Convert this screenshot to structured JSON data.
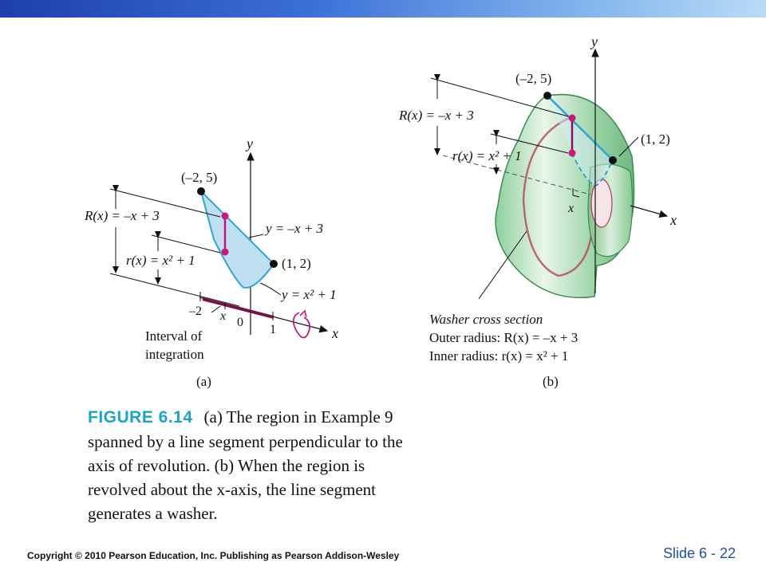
{
  "footer": {
    "copyright": "Copyright © 2010 Pearson Education, Inc.  Publishing as Pearson Addison-Wesley",
    "slide": "Slide  6 -  22"
  },
  "caption": {
    "label": "FIGURE 6.14",
    "text": "(a) The region in Example 9 spanned by a line segment perpendicular to the axis of revolution. (b) When the region is revolved about the x-axis, the line segment generates a washer."
  },
  "figure_a": {
    "sublabel": "(a)",
    "y_axis": "y",
    "x_axis": "x",
    "point_top": "(–2, 5)",
    "point_right": "(1, 2)",
    "R_label": "R(x) = –x + 3",
    "r_label": "r(x) = x² + 1",
    "line_label": "y = –x + 3",
    "curve_label": "y = x² + 1",
    "tick_neg2": "–2",
    "tick_x": "x",
    "tick_0": "0",
    "tick_1": "1",
    "interval_line1": "Interval of",
    "interval_line2": "integration"
  },
  "figure_b": {
    "sublabel": "(b)",
    "y_axis": "y",
    "x_axis": "x",
    "point_top": "(–2, 5)",
    "point_right": "(1, 2)",
    "R_label": "R(x) = –x + 3",
    "r_label": "r(x) = x² + 1",
    "x_label": "x",
    "washer_title": "Washer cross section",
    "outer_radius": "Outer radius: R(x) = –x + 3",
    "inner_radius": "Inner radius: r(x) = x² + 1"
  },
  "colors": {
    "region_fill": "#bfe0f3",
    "region_stroke": "#2fa6d6",
    "segment": "#c8187a",
    "solid_fill": "#a9d8b0",
    "solid_stroke": "#3c8a52",
    "caption_label": "#1aa5c4",
    "slide_number": "#1f4ea8"
  }
}
